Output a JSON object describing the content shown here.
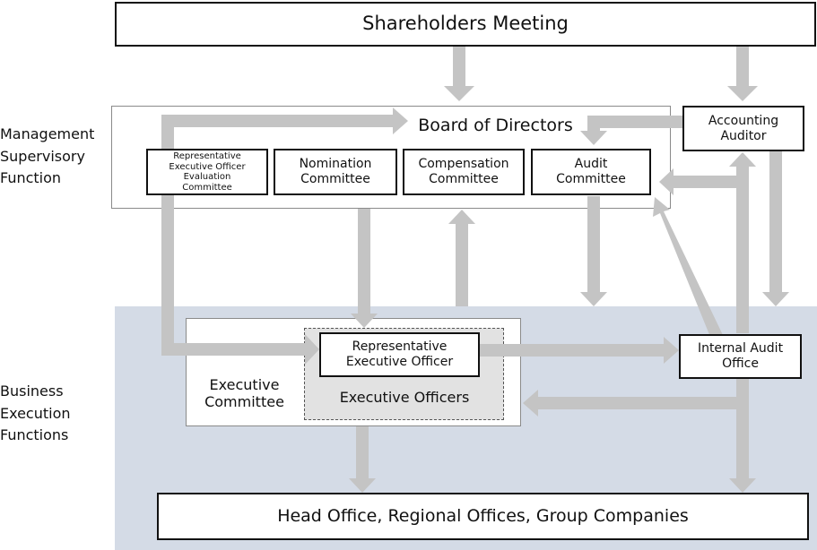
{
  "side_labels": {
    "management": [
      "Management",
      "Supervisory",
      "Function"
    ],
    "business": [
      "Business",
      "Execution",
      "Functions"
    ]
  },
  "boxes": {
    "shareholders_meeting": "Shareholders Meeting",
    "board_of_directors": "Board of Directors",
    "accounting_auditor": [
      "Accounting",
      "Auditor"
    ],
    "rep_eval_committee": [
      "Representative",
      "Executive Officer",
      "Evaluation",
      "Committee"
    ],
    "nomination_committee": [
      "Nomination",
      "Committee"
    ],
    "compensation_committee": [
      "Compensation",
      "Committee"
    ],
    "audit_committee": [
      "Audit",
      "Committee"
    ],
    "executive_committee": [
      "Executive",
      "Committee"
    ],
    "representative_executive_officer": [
      "Representative",
      "Executive Officer"
    ],
    "executive_officers": "Executive Officers",
    "internal_audit_office": [
      "Internal Audit",
      "Office"
    ],
    "head_office": "Head Office, Regional Offices, Group Companies"
  },
  "colors": {
    "arrow": "#c4c4c4",
    "execution_background": "#d4dbe6",
    "executive_officers_fill": "#e2e2e2",
    "box_border": "#111111"
  }
}
